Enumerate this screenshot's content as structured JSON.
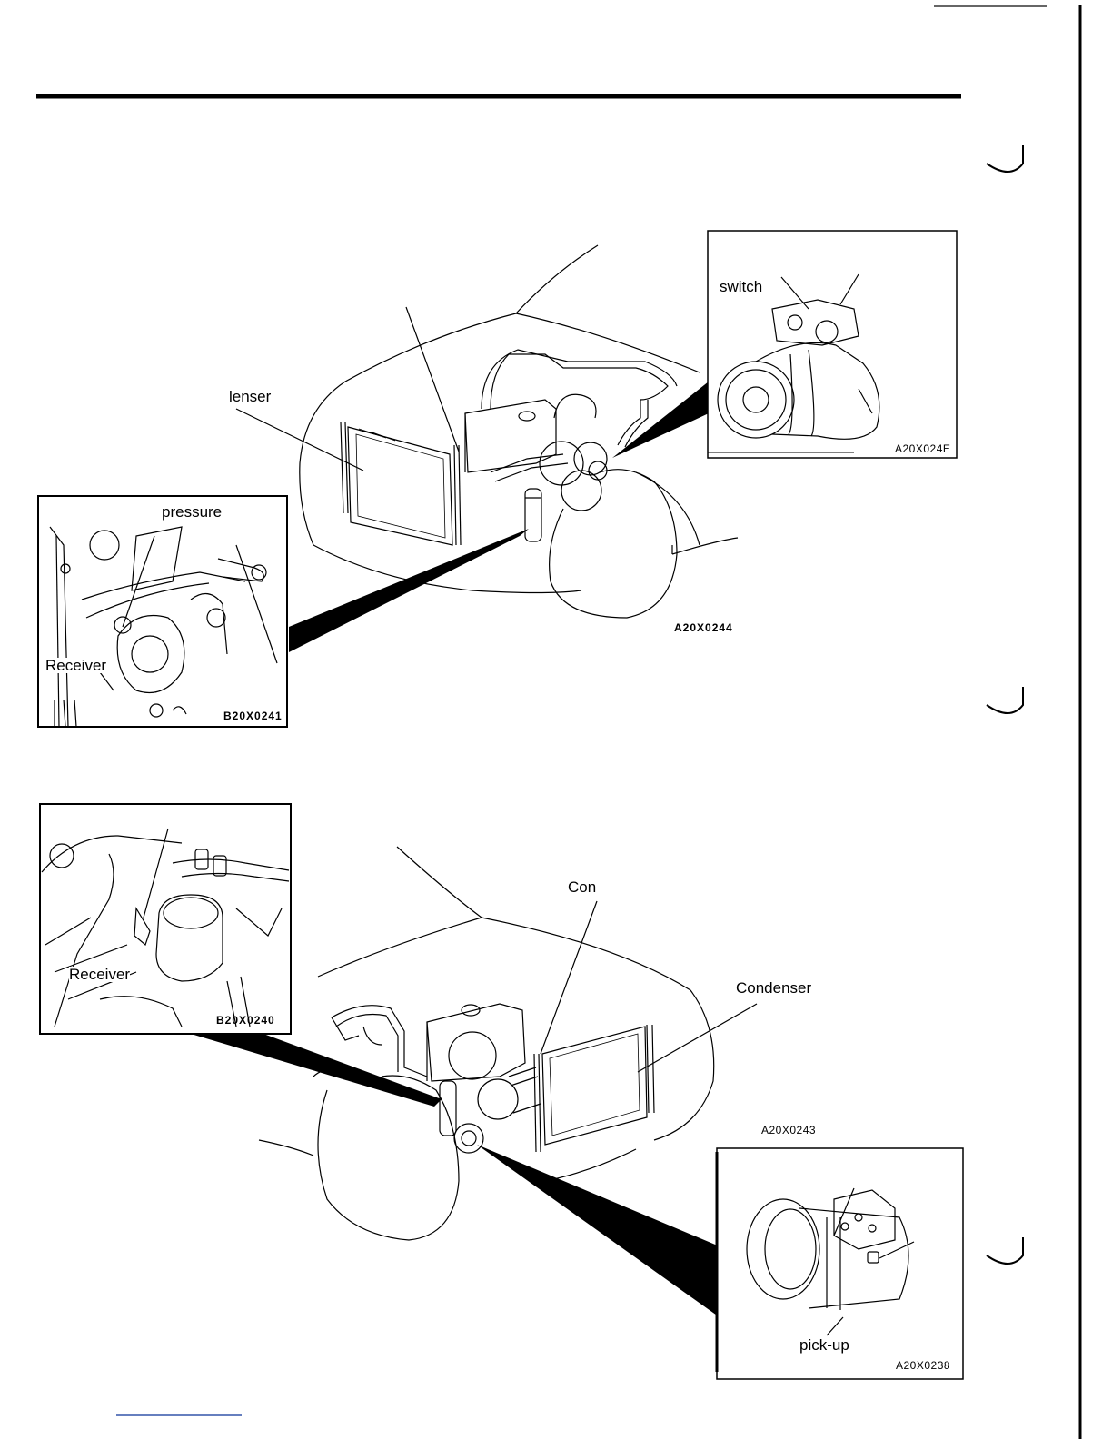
{
  "labels": {
    "top_switch": "switch",
    "top_condenser": "lenser",
    "top_pressure": "pressure",
    "top_receiver": "Receiver",
    "bottom_con": "Con",
    "bottom_condenser": "Condenser",
    "bottom_receiver": "Receiver",
    "bottom_pickup": "pick-up"
  },
  "codes": {
    "top_compressor_inset": "A20X024E",
    "top_main": "A20X0244",
    "top_receiver_inset": "B20X0241",
    "bottom_receiver_inset": "B20X0240",
    "bottom_main": "A20X0243",
    "bottom_compressor_inset": "A20X0238"
  },
  "colors": {
    "ink": "#000000",
    "paper": "#ffffff",
    "rule_gray": "#555555",
    "link_blue": "#3355aa"
  }
}
